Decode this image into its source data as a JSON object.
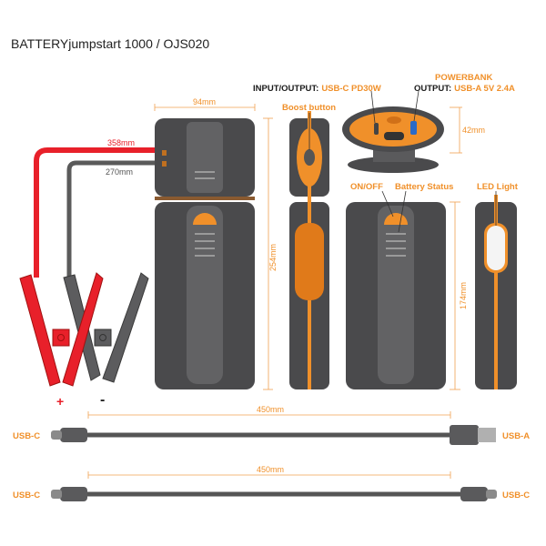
{
  "title": "BATTERYjumpstart 1000 / OJS020",
  "colors": {
    "accent": "#f0902a",
    "body": "#4a4a4c",
    "body_light": "#6a6a6c",
    "red": "#e8202a",
    "cable_gray": "#5a5a5a"
  },
  "dimensions": {
    "width": "94mm",
    "height": "254mm",
    "depth": "42mm",
    "body_height": "174mm",
    "red_cable": "358mm",
    "black_cable": "270mm",
    "usb_cable_1": "450mm",
    "usb_cable_2": "450mm"
  },
  "labels": {
    "io_prefix": "INPUT/OUTPUT:",
    "io_value": "USB-C PD30W",
    "powerbank": "POWERBANK",
    "output_prefix": "OUTPUT:",
    "output_value": "USB-A 5V 2.4A",
    "boost": "Boost button",
    "onoff": "ON/OFF",
    "battery_status": "Battery Status",
    "led": "LED Light",
    "plus": "+",
    "minus": "-"
  },
  "cables": [
    {
      "left": "USB-C",
      "right": "USB-A"
    },
    {
      "left": "USB-C",
      "right": "USB-C"
    }
  ]
}
